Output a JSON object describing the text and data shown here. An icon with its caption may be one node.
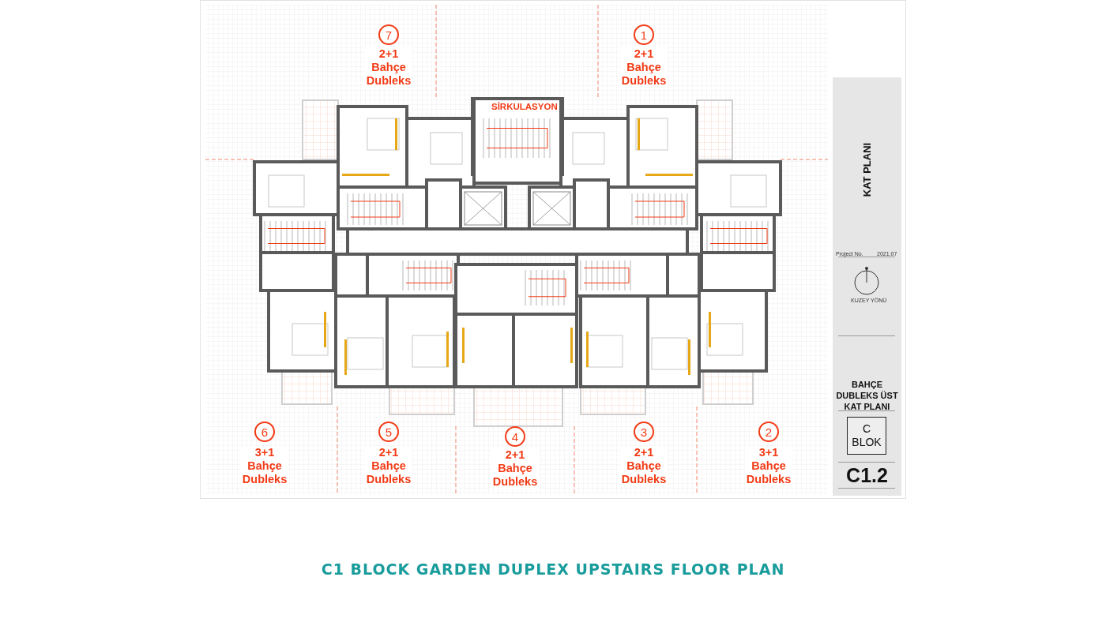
{
  "diagram": {
    "caption": "C1 BLOCK GARDEN DUPLEX UPSTAIRS FLOOR PLAN",
    "nodes": [
      {
        "text": [
          "7"
        ],
        "beside": [
          "2+1 Bahçe Dubleks"
        ]
      },
      {
        "text": [
          "1"
        ],
        "beside": [
          "2+1 Bahçe Dubleks"
        ]
      },
      {
        "text": [
          "6"
        ],
        "beside": [
          "3+1 Bahçe Dubleks"
        ]
      },
      {
        "text": [
          "5"
        ],
        "beside": [
          "2+1 Bahçe Dubleks"
        ]
      },
      {
        "text": [
          "4"
        ],
        "beside": [
          "2+1 Bahçe Dubleks"
        ]
      },
      {
        "text": [
          "3"
        ],
        "beside": [
          "2+1 Bahçe Dubleks"
        ]
      },
      {
        "text": [
          "2"
        ],
        "beside": [
          "3+1 Bahçe Dubleks"
        ]
      },
      {
        "text": [
          "C BLOK"
        ]
      }
    ],
    "labels": [
      "SİRKULASYON",
      "KAT PLANI",
      "Project No.",
      "2021.07",
      "KUZEY YÖNÜ",
      "BAHÇE DUBLEKS ÜST KAT PLANI",
      "C1.2"
    ]
  }
}
